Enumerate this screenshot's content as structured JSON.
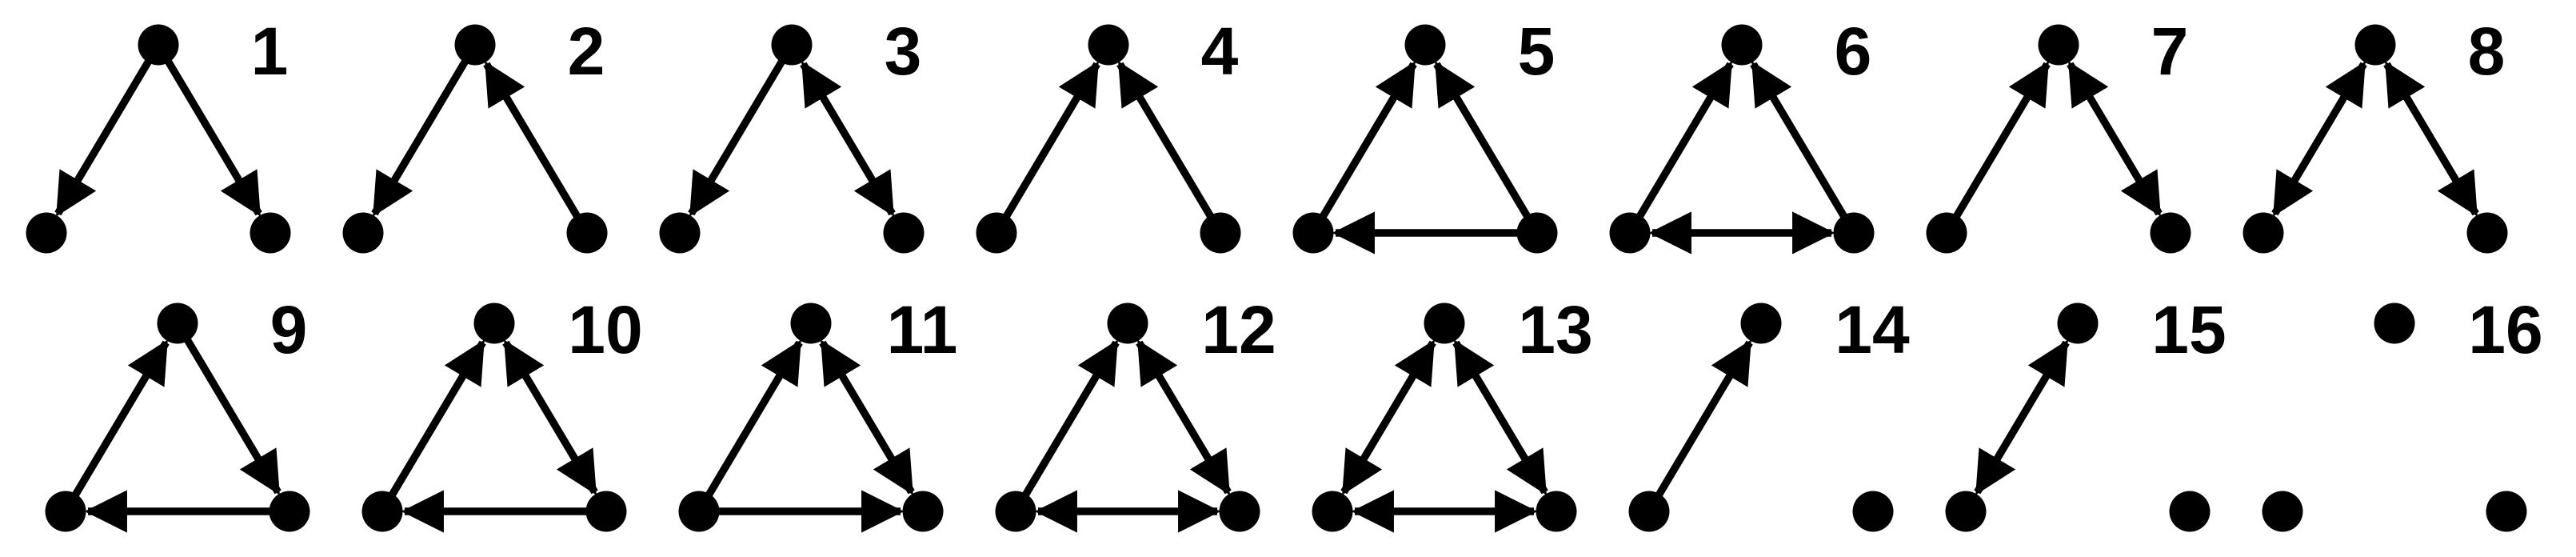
{
  "figure": {
    "description": "Sixteen directed three-node graph motifs (triad census), numbered 1-16",
    "background_color": "#ffffff",
    "ink_color": "#000000",
    "node_names": [
      "top",
      "bottom-left",
      "bottom-right"
    ]
  },
  "motifs": [
    {
      "label": "1",
      "edges": [
        {
          "from": "T",
          "to": "L",
          "both": false
        },
        {
          "from": "T",
          "to": "R",
          "both": false
        }
      ]
    },
    {
      "label": "2",
      "edges": [
        {
          "from": "T",
          "to": "L",
          "both": false
        },
        {
          "from": "R",
          "to": "T",
          "both": false
        }
      ]
    },
    {
      "label": "3",
      "edges": [
        {
          "from": "T",
          "to": "L",
          "both": false
        },
        {
          "from": "T",
          "to": "R",
          "both": true
        }
      ]
    },
    {
      "label": "4",
      "edges": [
        {
          "from": "L",
          "to": "T",
          "both": false
        },
        {
          "from": "R",
          "to": "T",
          "both": false
        }
      ]
    },
    {
      "label": "5",
      "edges": [
        {
          "from": "L",
          "to": "T",
          "both": false
        },
        {
          "from": "R",
          "to": "T",
          "both": false
        },
        {
          "from": "R",
          "to": "L",
          "both": false
        }
      ]
    },
    {
      "label": "6",
      "edges": [
        {
          "from": "L",
          "to": "T",
          "both": false
        },
        {
          "from": "R",
          "to": "T",
          "both": false
        },
        {
          "from": "L",
          "to": "R",
          "both": true
        }
      ]
    },
    {
      "label": "7",
      "edges": [
        {
          "from": "L",
          "to": "T",
          "both": false
        },
        {
          "from": "T",
          "to": "R",
          "both": true
        }
      ]
    },
    {
      "label": "8",
      "edges": [
        {
          "from": "T",
          "to": "L",
          "both": true
        },
        {
          "from": "T",
          "to": "R",
          "both": true
        }
      ]
    },
    {
      "label": "9",
      "edges": [
        {
          "from": "L",
          "to": "T",
          "both": false
        },
        {
          "from": "T",
          "to": "R",
          "both": false
        },
        {
          "from": "R",
          "to": "L",
          "both": false
        }
      ]
    },
    {
      "label": "10",
      "edges": [
        {
          "from": "L",
          "to": "T",
          "both": false
        },
        {
          "from": "T",
          "to": "R",
          "both": true
        },
        {
          "from": "R",
          "to": "L",
          "both": false
        }
      ]
    },
    {
      "label": "11",
      "edges": [
        {
          "from": "L",
          "to": "T",
          "both": false
        },
        {
          "from": "T",
          "to": "R",
          "both": true
        },
        {
          "from": "L",
          "to": "R",
          "both": false
        }
      ]
    },
    {
      "label": "12",
      "edges": [
        {
          "from": "L",
          "to": "T",
          "both": false
        },
        {
          "from": "T",
          "to": "R",
          "both": true
        },
        {
          "from": "L",
          "to": "R",
          "both": true
        }
      ]
    },
    {
      "label": "13",
      "edges": [
        {
          "from": "T",
          "to": "L",
          "both": true
        },
        {
          "from": "T",
          "to": "R",
          "both": true
        },
        {
          "from": "L",
          "to": "R",
          "both": true
        }
      ]
    },
    {
      "label": "14",
      "edges": [
        {
          "from": "L",
          "to": "T",
          "both": false
        }
      ]
    },
    {
      "label": "15",
      "edges": [
        {
          "from": "L",
          "to": "T",
          "both": true
        }
      ]
    },
    {
      "label": "16",
      "edges": []
    }
  ]
}
